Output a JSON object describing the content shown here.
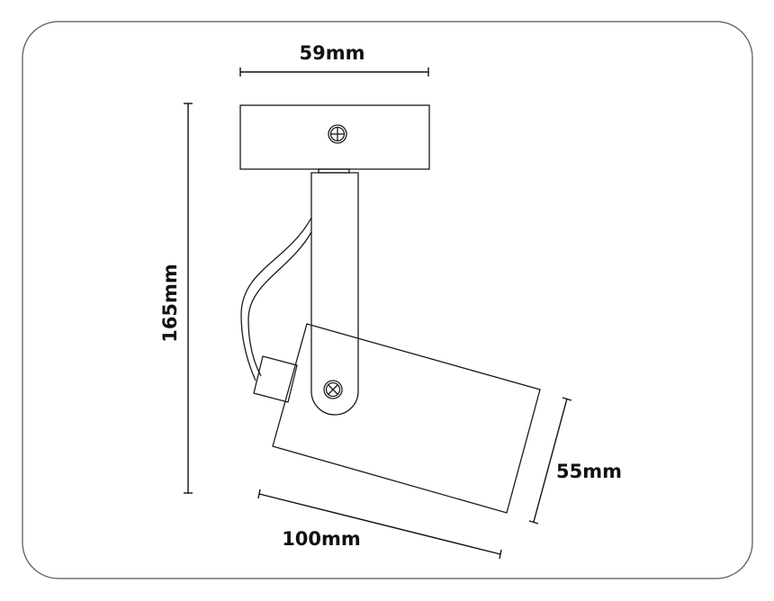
{
  "dimensions": {
    "width_top": "59mm",
    "height": "165mm",
    "head_diameter": "55mm",
    "head_length": "100mm"
  },
  "colors": {
    "line": "#1a1a1a",
    "background": "#ffffff",
    "frame": "#555555"
  }
}
